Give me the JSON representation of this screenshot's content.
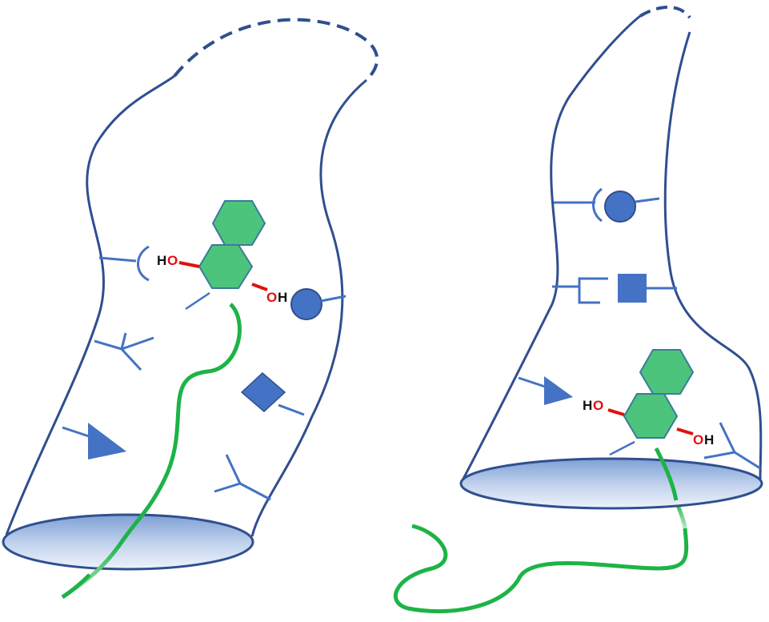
{
  "colors": {
    "outline": "#2f4f8f",
    "receptor": "#4472c4",
    "shape_fill": "#4472c4",
    "molecule_fill": "#4cc47c",
    "molecule_edge": "#3a7a9c",
    "tether": "#1db347",
    "hydroxyl_bond": "#e01010",
    "base_fill": "#9fb8e0",
    "base_edge": "#2f4f8f"
  },
  "left_pocket": {
    "hydroxyl_1": {
      "h": "H",
      "o": "O"
    },
    "hydroxyl_2": {
      "o": "O",
      "h": "H"
    }
  },
  "right_pocket": {
    "hydroxyl_1": {
      "h": "H",
      "o": "O"
    },
    "hydroxyl_2": {
      "o": "O",
      "h": "H"
    }
  }
}
